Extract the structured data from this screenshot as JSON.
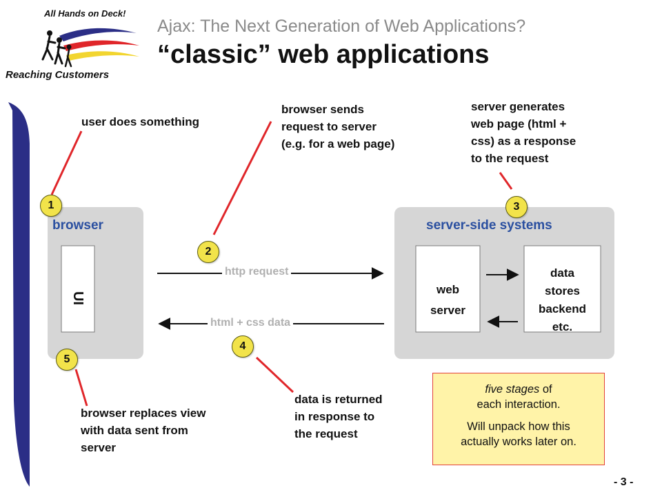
{
  "header": {
    "logo_top": "All Hands on Deck!",
    "logo_bottom": "Reaching Customers",
    "subtitle": "Ajax: The Next Generation of Web Applications?",
    "title": "“classic” web applications"
  },
  "diagram": {
    "browser_label": "browser",
    "ui_label": "UI",
    "server_label": "server-side systems",
    "web_server": [
      "web",
      "server"
    ],
    "data_stores": [
      "data",
      "stores",
      "backend",
      "etc."
    ],
    "http_request": "http request",
    "html_css_data": "html + css data"
  },
  "callouts": {
    "c1": "user does something",
    "c2": [
      "browser sends",
      "request to server",
      "(e.g. for a web page)"
    ],
    "c3": [
      "server generates",
      "web page (html +",
      "css) as a response",
      "to the request"
    ],
    "c4": [
      "data is returned",
      "in response to",
      "the request"
    ],
    "c5": [
      "browser replaces view",
      "with data sent from",
      "server"
    ]
  },
  "badges": [
    "1",
    "2",
    "3",
    "4",
    "5"
  ],
  "note": {
    "italic_part": "five stages",
    "rest_part": " of",
    "line2": "each interaction.",
    "line3": "Will unpack how this",
    "line4": "actually works later on."
  },
  "page_number": "- 3 -",
  "colors": {
    "panel": "#d6d6d6",
    "accent_blue": "#2a4fa0",
    "sidebar_navy": "#2b2e86",
    "callout_line": "#e0262a",
    "badge_yellow": "#f2e34a",
    "note_fill": "#fff3a8"
  }
}
